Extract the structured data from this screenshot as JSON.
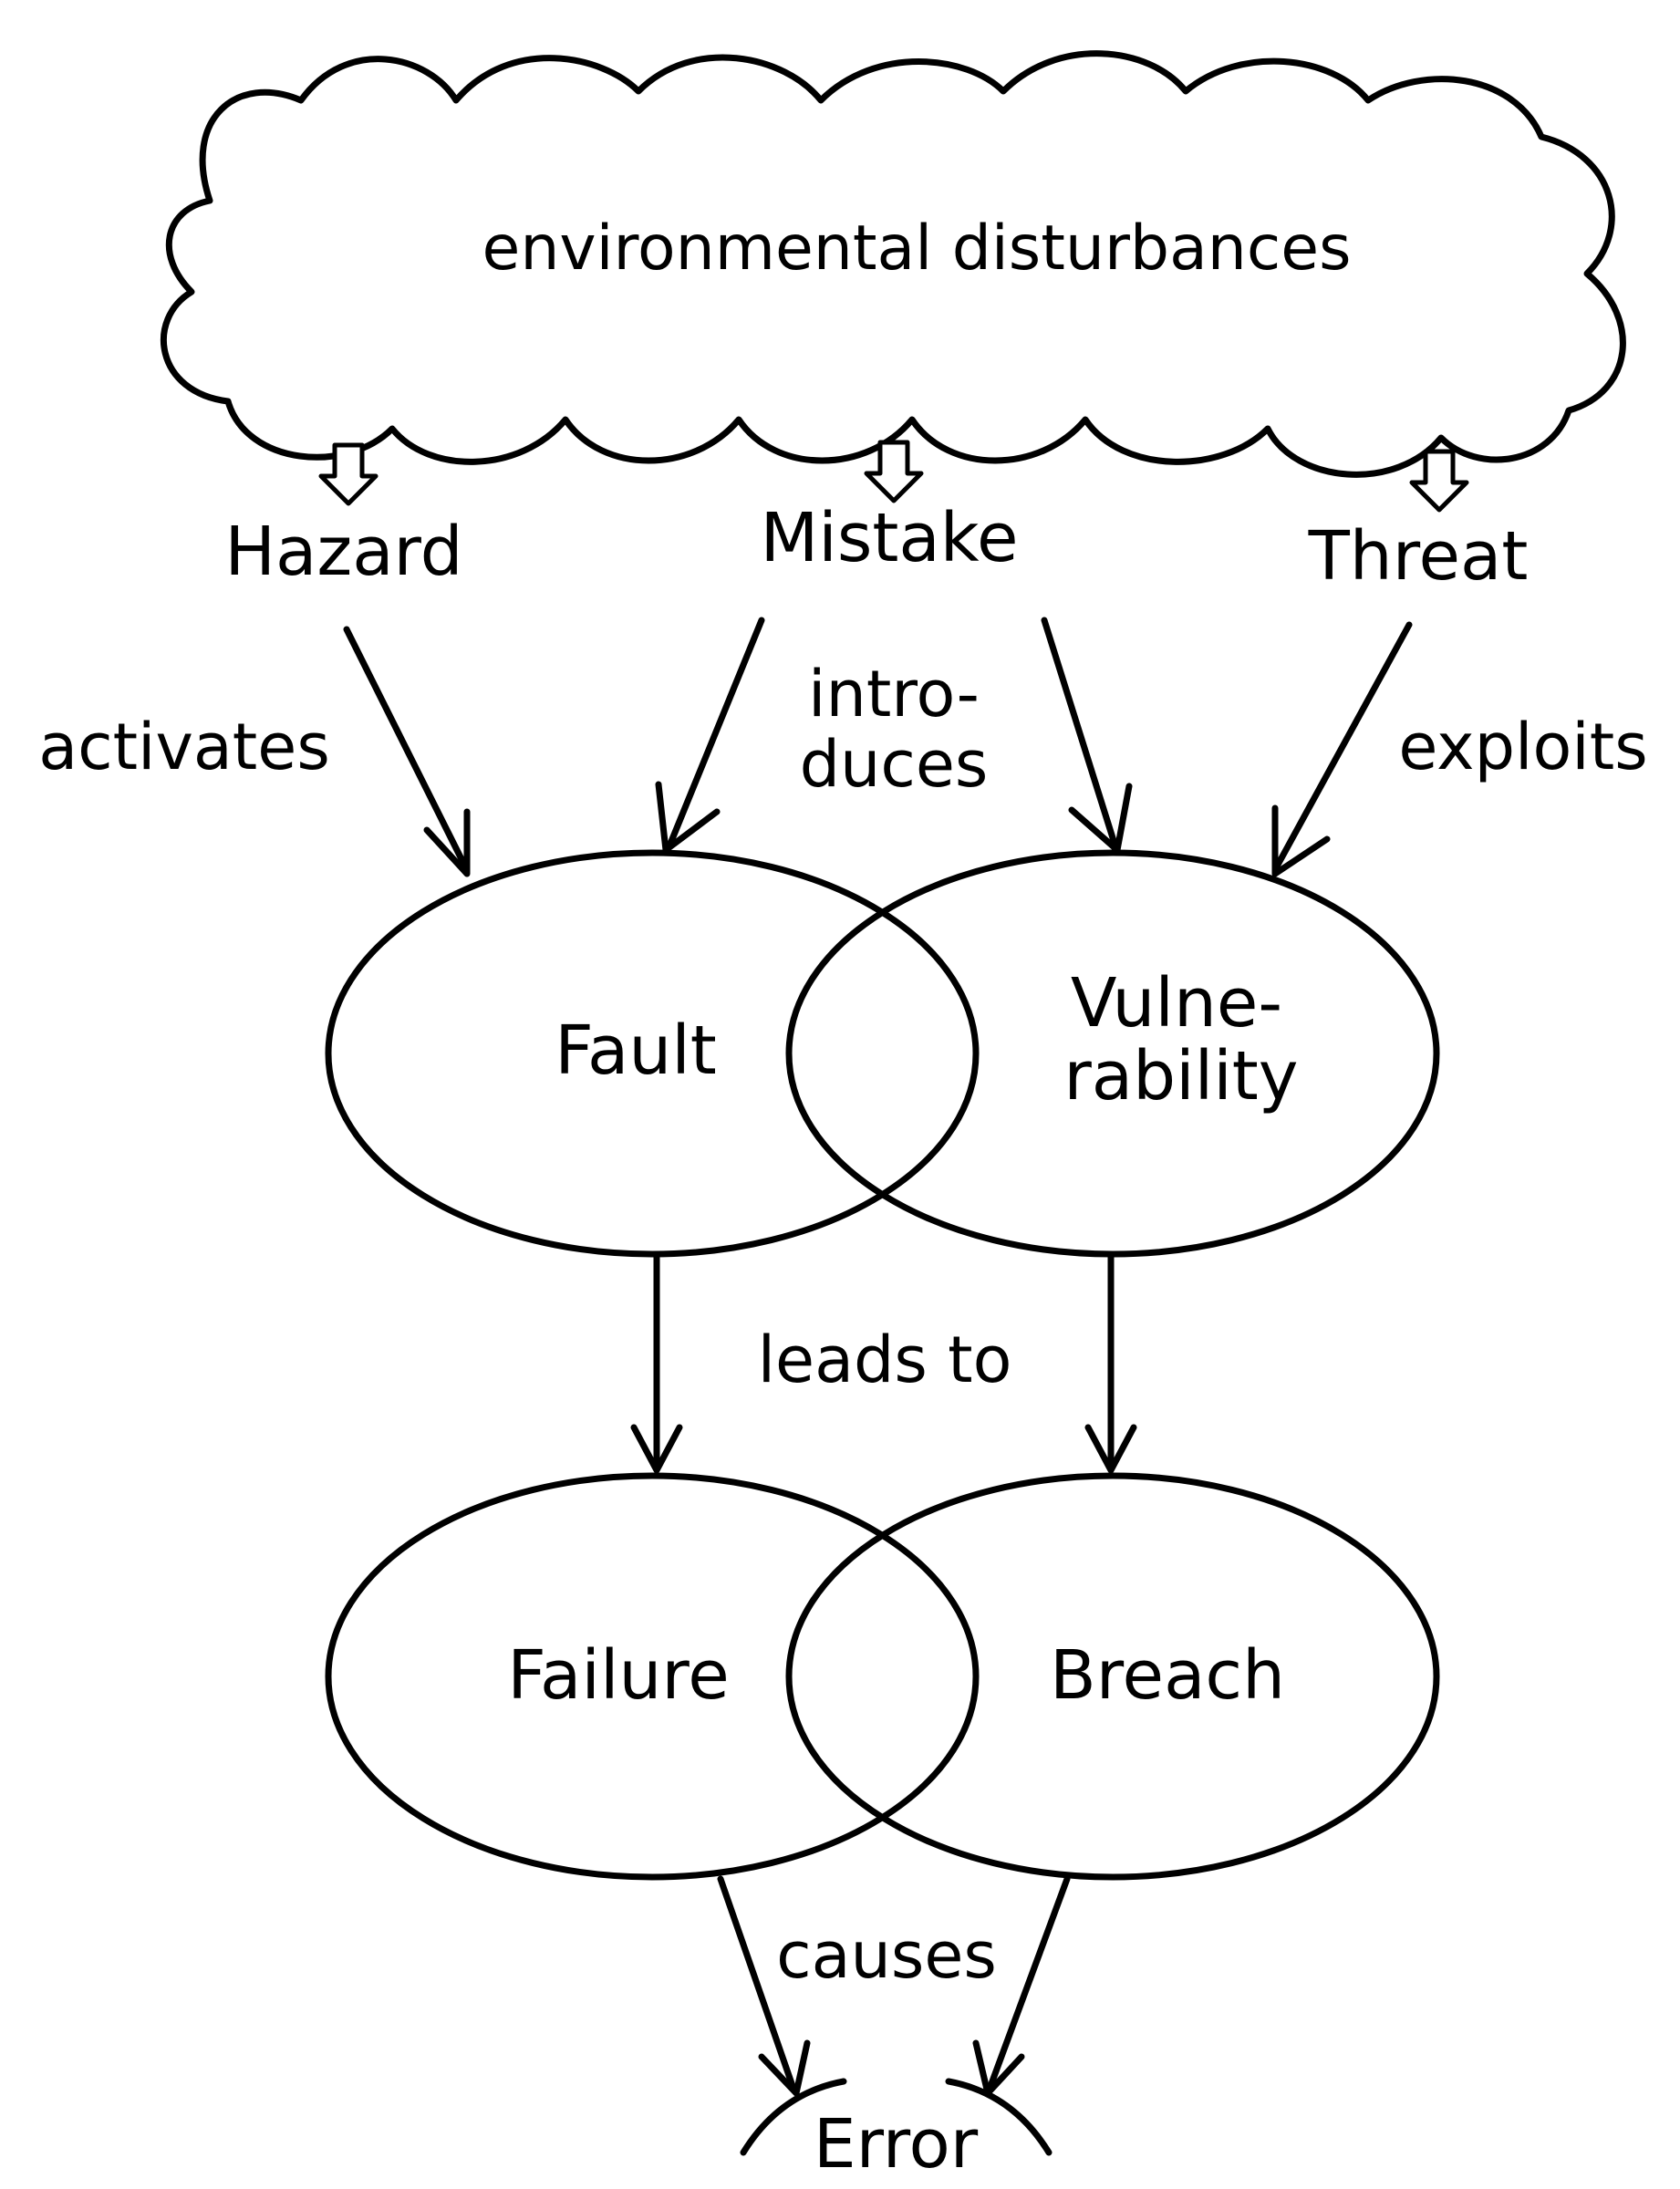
{
  "cloud": {
    "label": "environmental disturbances"
  },
  "sources": {
    "hazard": "Hazard",
    "mistake": "Mistake",
    "threat": "Threat"
  },
  "edge_labels": {
    "activates": "activates",
    "introduces_line1": "intro-",
    "introduces_line2": "duces",
    "exploits": "exploits",
    "leads_to": "leads to",
    "causes": "causes"
  },
  "nodes": {
    "fault": "Fault",
    "vulnerability_line1": "Vulne-",
    "vulnerability_line2": "rability",
    "failure": "Failure",
    "breach": "Breach",
    "error": "Error"
  },
  "colors": {
    "ink": "#000000",
    "background": "#ffffff"
  }
}
